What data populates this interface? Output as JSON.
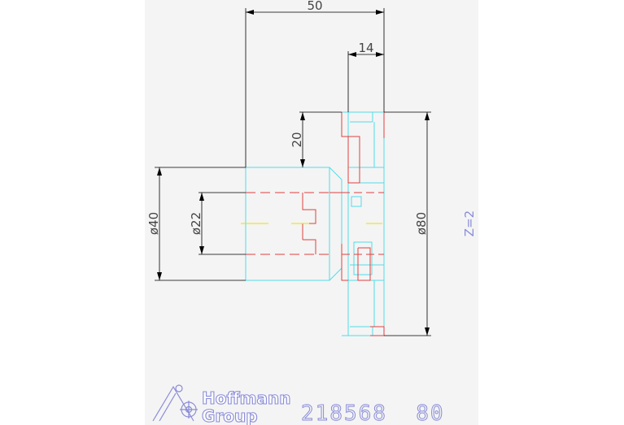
{
  "dimensions": {
    "overall_length": "50",
    "flange_width": "14",
    "step_height": "20",
    "hub_diameter": "ø40",
    "bore_diameter": "ø22",
    "outer_diameter": "ø80"
  },
  "note": "Z=2",
  "brand": {
    "line1": "Hoffmann",
    "line2": "Group",
    "logo": "hoffmann-logo-icon"
  },
  "part_number": "218568  80",
  "colors": {
    "outline": "#4fdde8",
    "hidden": "#e04040",
    "dimension": "#000000",
    "centerline": "#e8e000",
    "annotation": "#8a8cd8",
    "sheet": "#f4f4f4"
  }
}
